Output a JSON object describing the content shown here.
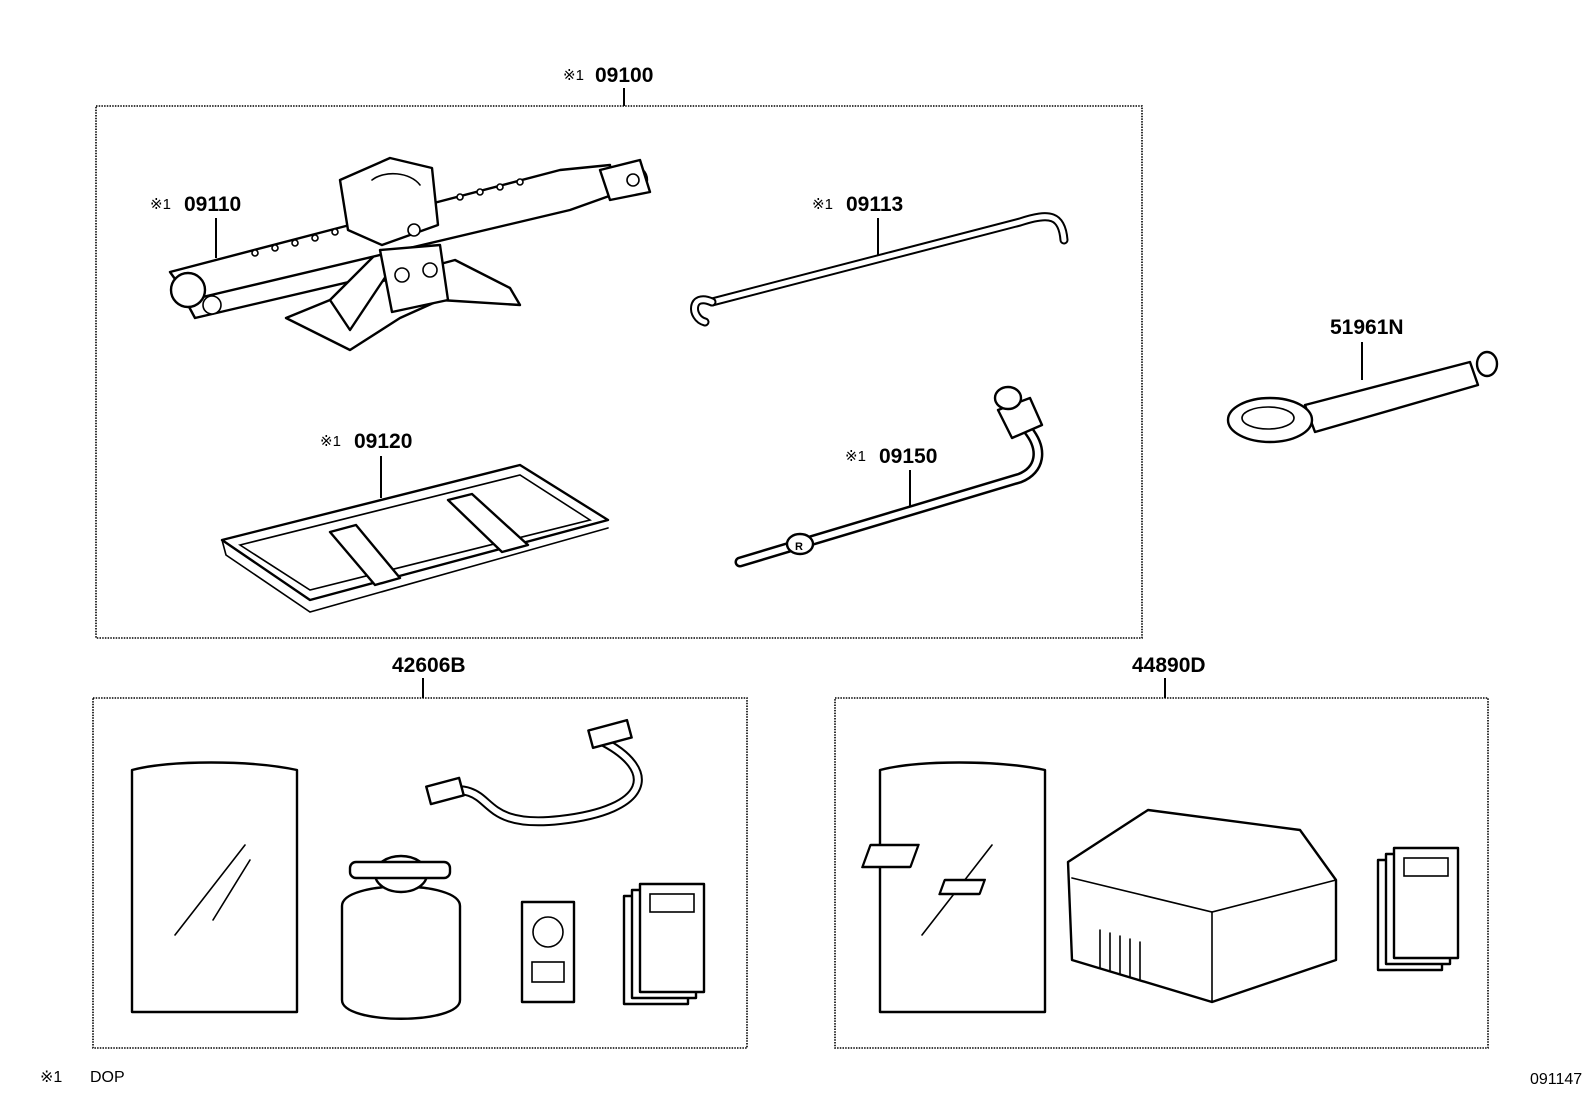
{
  "diagram": {
    "groups": [
      {
        "id": "group-09100",
        "prefix": "※1",
        "code": "09100"
      },
      {
        "id": "group-42606B",
        "prefix": "",
        "code": "42606B"
      },
      {
        "id": "group-44890D",
        "prefix": "",
        "code": "44890D"
      }
    ],
    "parts": [
      {
        "id": "jack",
        "prefix": "※1",
        "code": "09110"
      },
      {
        "id": "jack-handle",
        "prefix": "※1",
        "code": "09113"
      },
      {
        "id": "tool-bag",
        "prefix": "※1",
        "code": "09120"
      },
      {
        "id": "lug-wrench",
        "prefix": "※1",
        "code": "09150"
      },
      {
        "id": "towing-eye",
        "prefix": "",
        "code": "51961N"
      }
    ],
    "footnote": {
      "symbol": "※1",
      "text": "DOP"
    },
    "figure_id": "091147"
  }
}
